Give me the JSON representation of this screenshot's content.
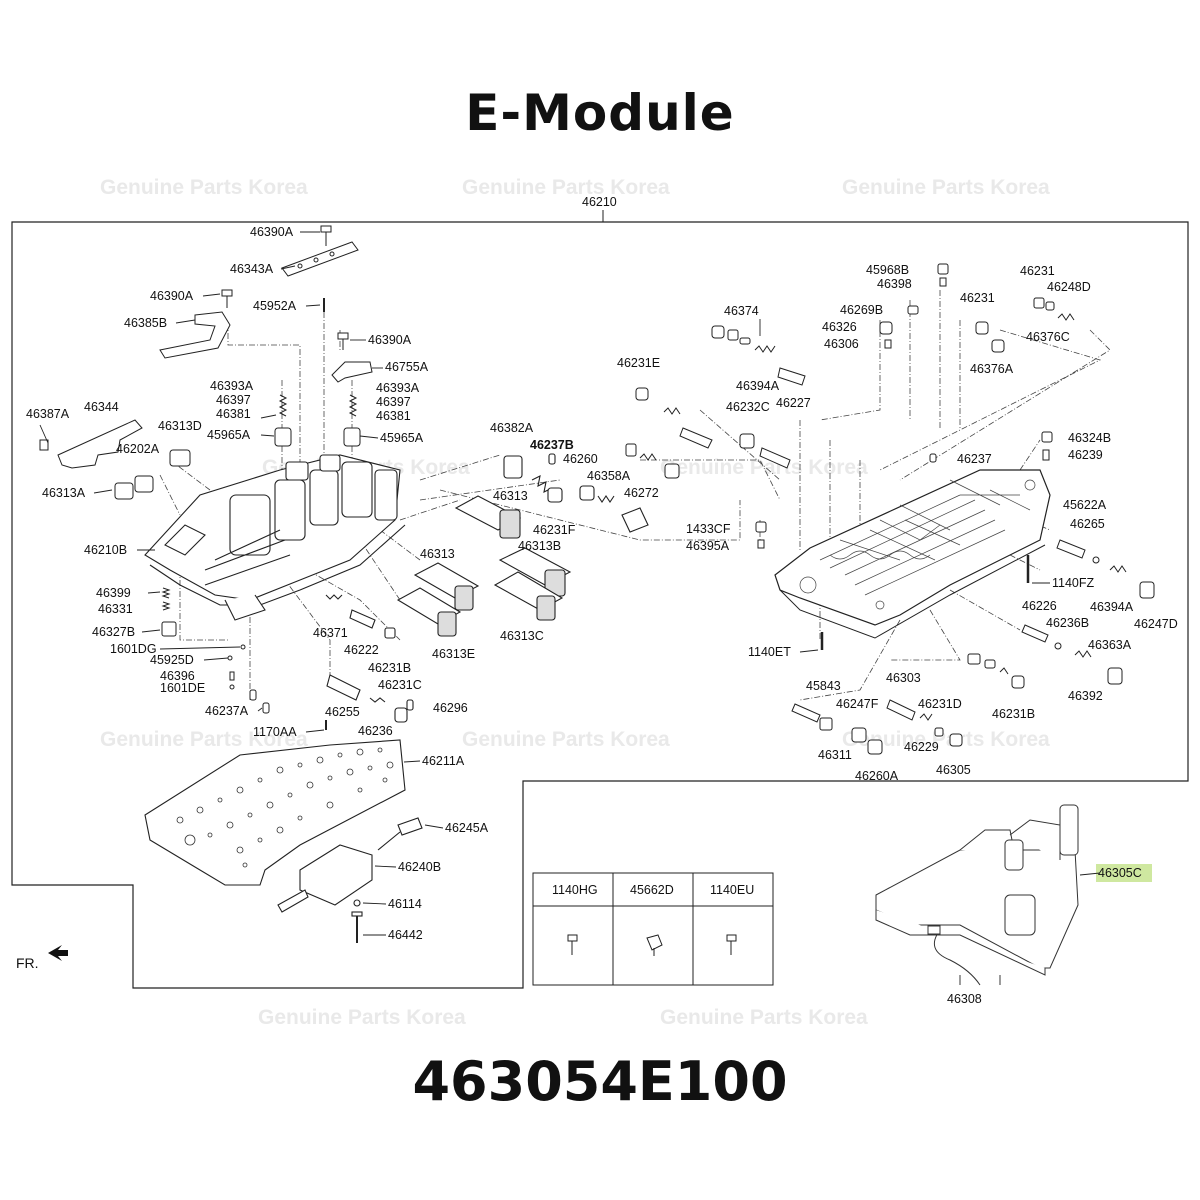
{
  "title": "E-Module",
  "part_number": "463054E100",
  "watermark": "Genuine Parts Korea",
  "direction_label": "FR.",
  "highlight_color": "#cfe8a0",
  "highlighted_part": "46305C",
  "fastener_table": {
    "headers": [
      "1140HG",
      "45662D",
      "1140EU"
    ]
  },
  "assembly_label": "46210",
  "labels": {
    "l46390A_1": "46390A",
    "l46343A": "46343A",
    "l46390A_2": "46390A",
    "l45952A": "45952A",
    "l46385B": "46385B",
    "l46390A_3": "46390A",
    "l46755A": "46755A",
    "l46393A_1": "46393A",
    "l46397_1": "46397",
    "l46381_1": "46381",
    "l45965A_1": "45965A",
    "l46393A_2": "46393A",
    "l46397_2": "46397",
    "l46381_2": "46381",
    "l45965A_2": "45965A",
    "l46387A": "46387A",
    "l46344": "46344",
    "l46313D": "46313D",
    "l46202A": "46202A",
    "l46313A": "46313A",
    "l46210B": "46210B",
    "l46399": "46399",
    "l46331": "46331",
    "l46327B": "46327B",
    "l1601DG": "1601DG",
    "l45925D": "45925D",
    "l46396": "46396",
    "l1601DE": "1601DE",
    "l46237A": "46237A",
    "l1170AA": "1170AA",
    "l46382A": "46382A",
    "l46237B": "46237B",
    "l46260": "46260",
    "l46358A": "46358A",
    "l46272": "46272",
    "l46313_1": "46313",
    "l46231F": "46231F",
    "l46313B": "46313B",
    "l46313_2": "46313",
    "l46313E": "46313E",
    "l46313C": "46313C",
    "l46371": "46371",
    "l46222": "46222",
    "l46231B_1": "46231B",
    "l46231C": "46231C",
    "l46296": "46296",
    "l46255": "46255",
    "l46236": "46236",
    "l46211A": "46211A",
    "l46245A": "46245A",
    "l46240B": "46240B",
    "l46114": "46114",
    "l46442": "46442",
    "l46374": "46374",
    "l46231E": "46231E",
    "l46394A_1": "46394A",
    "l46227": "46227",
    "l46232C": "46232C",
    "l45968B": "45968B",
    "l46398": "46398",
    "l46269B": "46269B",
    "l46326": "46326",
    "l46306": "46306",
    "l46231_1": "46231",
    "l46248D": "46248D",
    "l46231_2": "46231",
    "l46376C": "46376C",
    "l46376A": "46376A",
    "l46324B": "46324B",
    "l46239": "46239",
    "l46237": "46237",
    "l45622A": "45622A",
    "l46265": "46265",
    "l1433CF": "1433CF",
    "l46395A": "46395A",
    "l1140FZ": "1140FZ",
    "l46394A_2": "46394A",
    "l46247D": "46247D",
    "l46226": "46226",
    "l46236B": "46236B",
    "l46363A": "46363A",
    "l1140ET": "1140ET",
    "l46392": "46392",
    "l45843": "45843",
    "l46303": "46303",
    "l46247F": "46247F",
    "l46231D": "46231D",
    "l46231B_2": "46231B",
    "l46229": "46229",
    "l46311": "46311",
    "l46305": "46305",
    "l46260A": "46260A",
    "l46308": "46308"
  }
}
